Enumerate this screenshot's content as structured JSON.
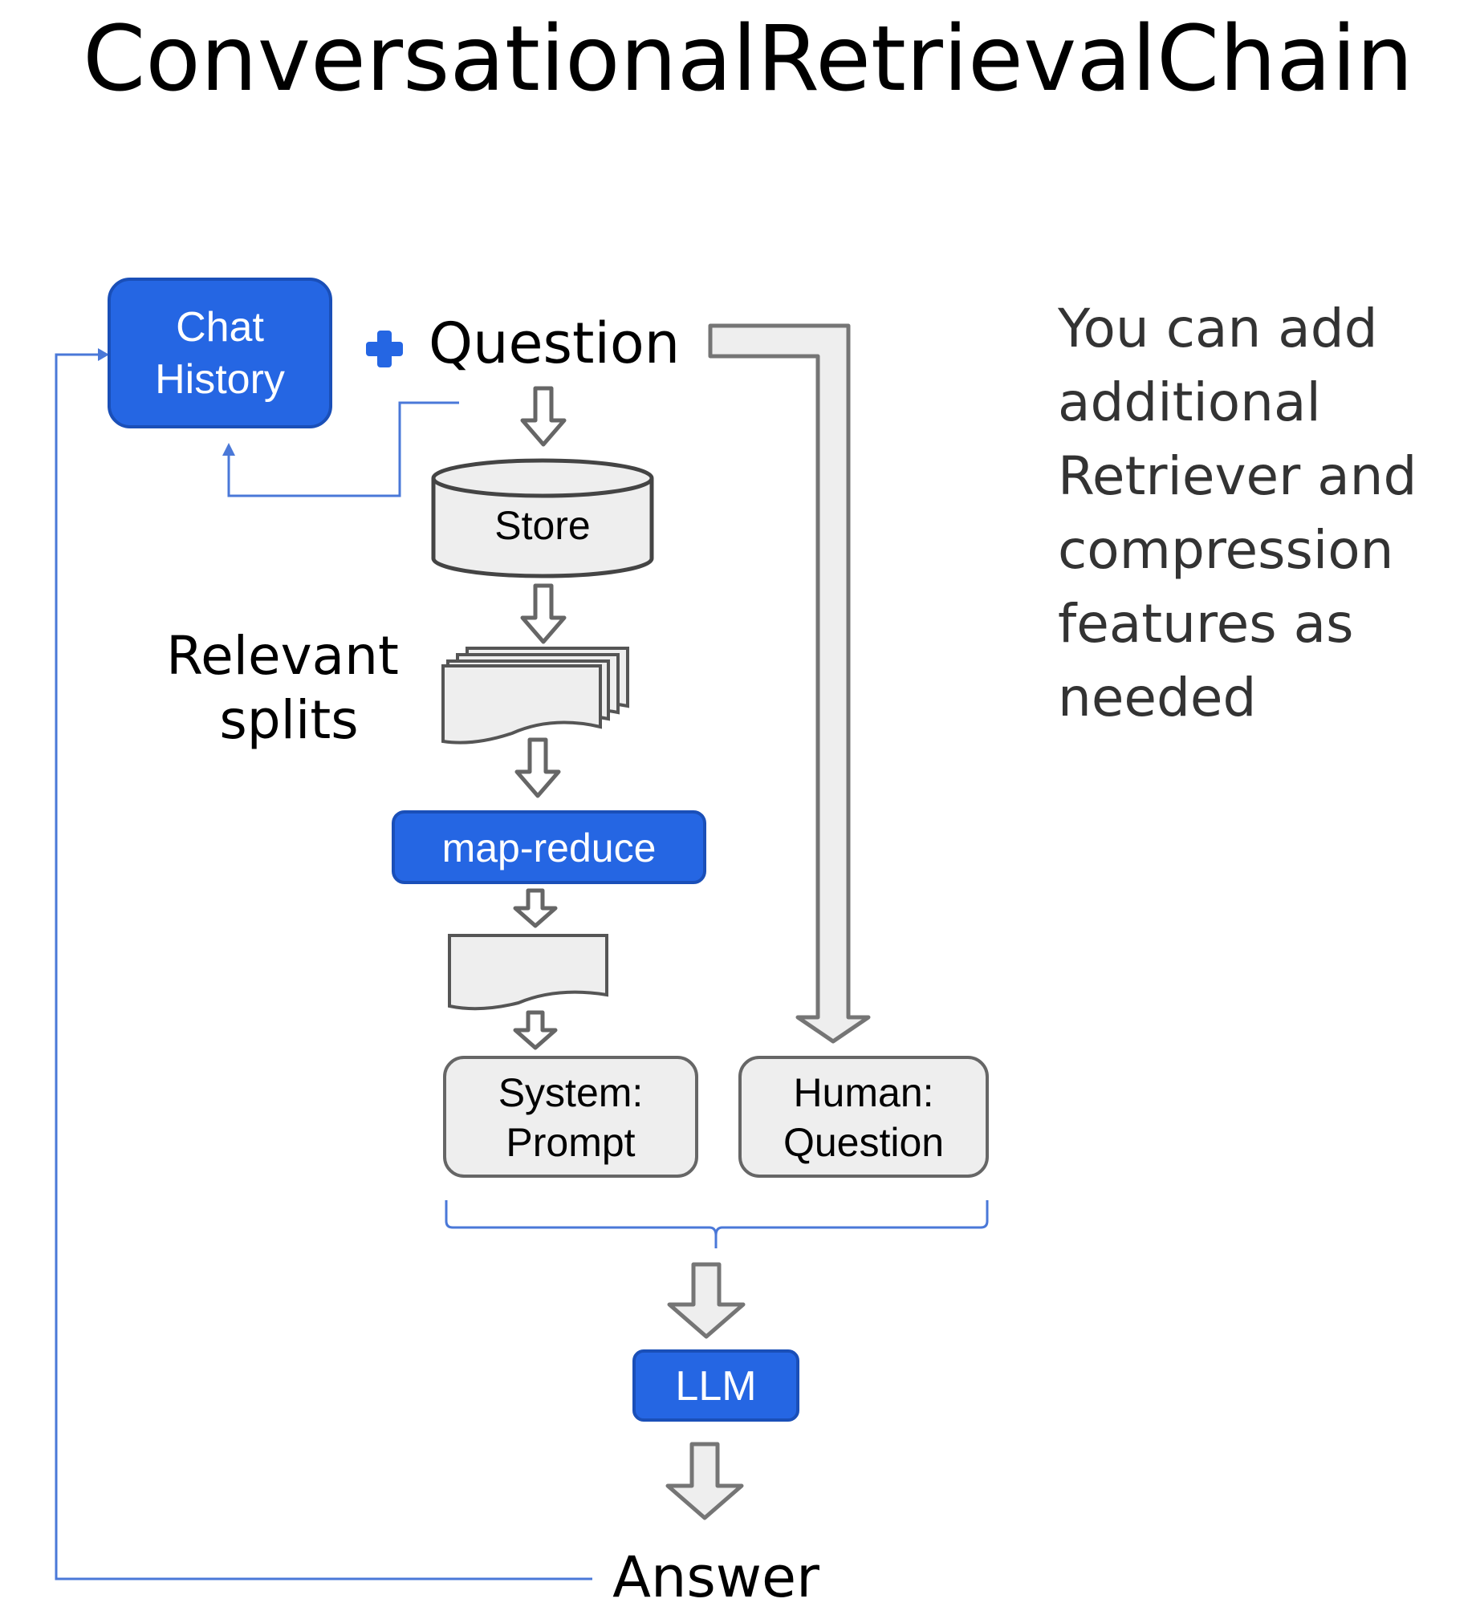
{
  "title": "ConversationalRetrievalChain",
  "colors": {
    "accent_blue": "#2566e3",
    "box_grey": "#eeeeee",
    "line_blue": "#4a78d8"
  },
  "nodes": {
    "chat_history": {
      "line1": "Chat",
      "line2": "History"
    },
    "question": "Question",
    "store": "Store",
    "relevant_splits": {
      "line1": "Relevant",
      "line2": "splits"
    },
    "map_reduce": "map-reduce",
    "system_prompt": {
      "line1": "System:",
      "line2": "Prompt"
    },
    "human_question": {
      "line1": "Human:",
      "line2": "Question"
    },
    "llm": "LLM",
    "answer": "Answer"
  },
  "icons": {
    "plus": "plus-icon"
  },
  "side_note": {
    "lines": [
      "You can add",
      "additional",
      "Retriever and",
      "compression",
      "features as",
      "needed"
    ]
  }
}
